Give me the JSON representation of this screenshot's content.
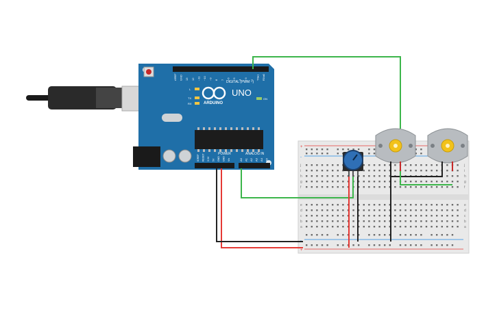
{
  "arduino": {
    "brand": "ARDUINO",
    "model": "UNO",
    "header_digital": "DIGITAL (PWM ~)",
    "header_power": "POWER",
    "header_analog": "ANALOG IN",
    "led_on": "ON",
    "led_l": "L",
    "led_tx": "TX",
    "led_rx": "RX",
    "digital_pins": [
      "AREF",
      "GND",
      "13",
      "12",
      "~11",
      "~10",
      "~9",
      "8",
      "7",
      "~6",
      "~5",
      "4",
      "~3",
      "2",
      "TX▸1",
      "RX◂0"
    ],
    "power_pins": [
      "IOREF",
      "RESET",
      "3.3V",
      "5V",
      "GND",
      "GND",
      "Vin"
    ],
    "analog_pins": [
      "A0",
      "A1",
      "A2",
      "A3",
      "A4",
      "A5"
    ]
  },
  "breadboard": {
    "row_letters_top": [
      "j",
      "i",
      "h",
      "g",
      "f"
    ],
    "row_letters_bottom": [
      "e",
      "d",
      "c",
      "b",
      "a"
    ],
    "rail_plus": "+",
    "rail_minus": "-"
  },
  "colors": {
    "board": "#1f6fa8",
    "board_dark": "#185b8a",
    "wire_green": "#3bb54a",
    "wire_red": "#e53935",
    "wire_black": "#222222",
    "breadboard": "#e9e9e9",
    "motor_body": "#b8bcc0",
    "motor_shaft": "#f2c21b",
    "pot_knob": "#2f6fb5"
  }
}
